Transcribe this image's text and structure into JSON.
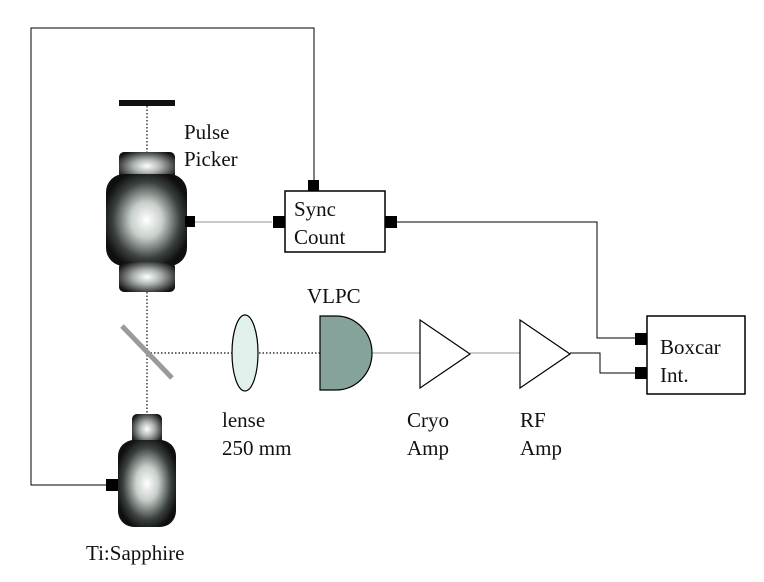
{
  "labels": {
    "pulse_picker_line1": "Pulse",
    "pulse_picker_line2": "Picker",
    "sync_count_line1": "Sync",
    "sync_count_line2": "Count",
    "vlpc": "VLPC",
    "boxcar_line1": "Boxcar",
    "boxcar_line2": "Int.",
    "lens_line1": "lense",
    "lens_line2": "250 mm",
    "cryo_amp_line1": "Cryo",
    "cryo_amp_line2": "Amp",
    "rf_amp_line1": "RF",
    "rf_amp_line2": "Amp",
    "laser": "Ti:Sapphire"
  },
  "colors": {
    "detector_fill": "#85a39a",
    "lens_fill": "#e2f0ec",
    "mirror": "#9a9a9a",
    "beam": "#aaaaaa",
    "wire": "#000000"
  }
}
